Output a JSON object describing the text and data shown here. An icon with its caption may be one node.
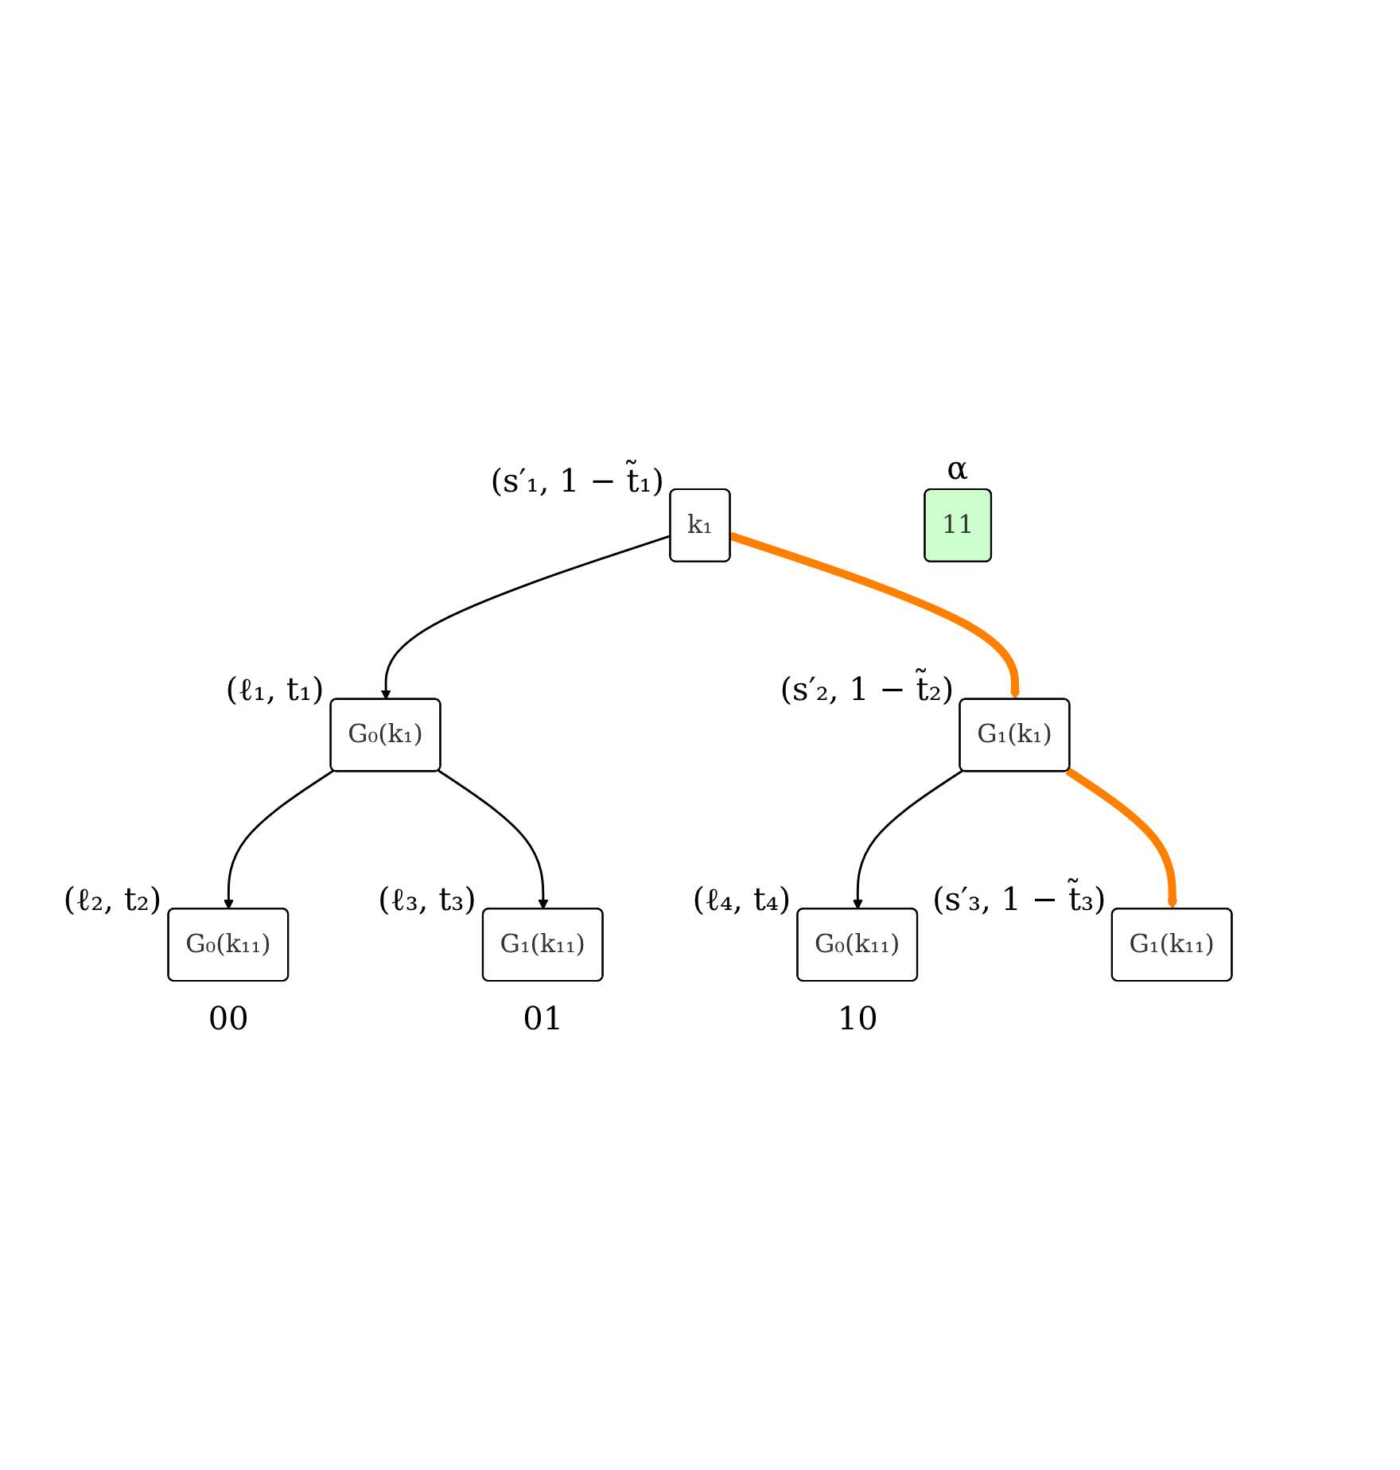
{
  "diagram": {
    "nodes": [
      {
        "text": [
          "k₁"
        ],
        "beside": [
          "(s′₁, 1 − t̃₁)"
        ]
      },
      {
        "text": [
          "G₀(k₁)"
        ],
        "beside": [
          "(ℓ₁, t₁)"
        ]
      },
      {
        "text": [
          "G₁(k₁)"
        ],
        "beside": [
          "(s′₂, 1 − t̃₂)"
        ]
      },
      {
        "text": [
          "G₀(k₁₁)"
        ],
        "beside": [
          "(ℓ₂, t₂)",
          "00"
        ]
      },
      {
        "text": [
          "G₁(k₁₁)"
        ],
        "beside": [
          "(ℓ₃, t₃)",
          "01"
        ]
      },
      {
        "text": [
          "G₀(k₁₁)"
        ],
        "beside": [
          "(ℓ₄, t₄)",
          "10"
        ]
      },
      {
        "text": [
          "G₁(k₁₁)"
        ],
        "beside": [
          "(s′₃, 1 − t̃₃)"
        ]
      },
      {
        "text": [
          "11"
        ],
        "beside": [
          "α"
        ]
      }
    ],
    "edges": [
      {
        "from": 0,
        "to": 1,
        "arrow": "to"
      },
      {
        "from": 0,
        "to": 2,
        "arrow": "to",
        "style": "thick",
        "color": "#ff8000"
      },
      {
        "from": 1,
        "to": 3,
        "arrow": "to"
      },
      {
        "from": 1,
        "to": 4,
        "arrow": "to"
      },
      {
        "from": 2,
        "to": 5,
        "arrow": "to"
      },
      {
        "from": 2,
        "to": 6,
        "arrow": "to",
        "style": "thick",
        "color": "#ff8000"
      }
    ]
  }
}
